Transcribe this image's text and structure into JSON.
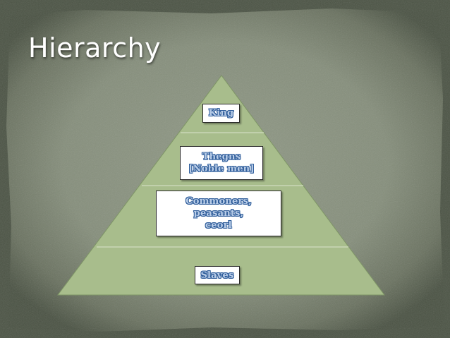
{
  "title": "Hierarchy",
  "tiers": [
    {
      "label": "King"
    },
    {
      "label": "Thegns\n[Noble men]"
    },
    {
      "label": "Commoners,\npeasants,\nceorl"
    },
    {
      "label": "Slaves"
    }
  ],
  "colors": {
    "background_outer": "#4e5647",
    "background_inner": "#8d9683",
    "pyramid_fill": "#a8bd8c",
    "pyramid_edge": "#c9d7b6",
    "label_fill": "#b9cde8",
    "label_outline": "#2f5d9a"
  }
}
